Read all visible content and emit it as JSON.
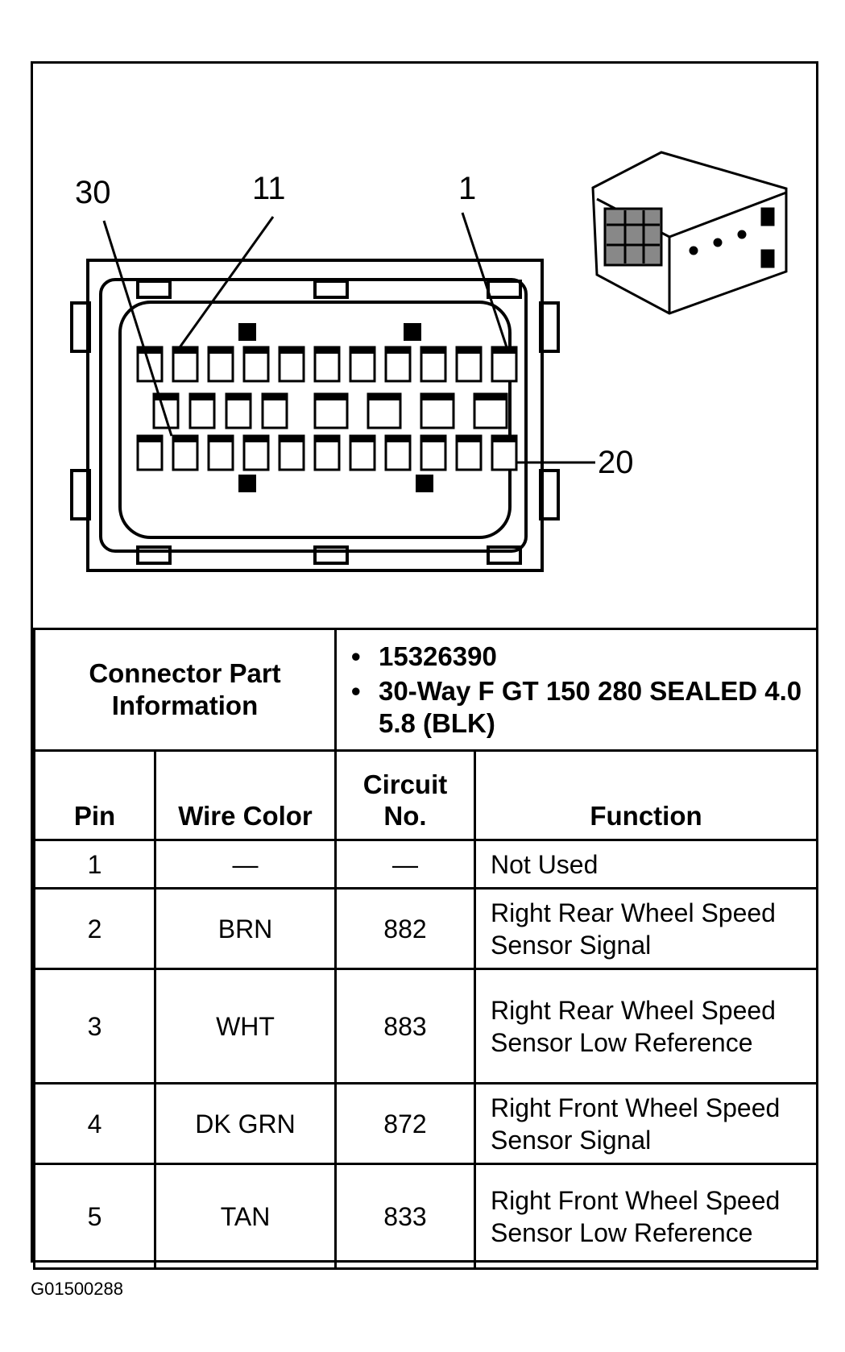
{
  "diagram": {
    "callouts": [
      "30",
      "11",
      "1",
      "20"
    ]
  },
  "connector_part": {
    "label": "Connector Part Information",
    "info": [
      "15326390",
      "30-Way F GT 150 280 SEALED 4.0 5.8 (BLK)"
    ]
  },
  "columns": {
    "pin": "Pin",
    "wire_color": "Wire Color",
    "circuit": "Circuit No.",
    "function": "Function"
  },
  "rows": [
    {
      "pin": "1",
      "wire_color": "—",
      "circuit": "—",
      "function": "Not Used"
    },
    {
      "pin": "2",
      "wire_color": "BRN",
      "circuit": "882",
      "function": "Right Rear Wheel Speed Sensor Signal"
    },
    {
      "pin": "3",
      "wire_color": "WHT",
      "circuit": "883",
      "function": "Right Rear Wheel Speed Sensor Low Reference"
    },
    {
      "pin": "4",
      "wire_color": "DK GRN",
      "circuit": "872",
      "function": "Right Front Wheel Speed Sensor Signal"
    },
    {
      "pin": "5",
      "wire_color": "TAN",
      "circuit": "833",
      "function": "Right Front Wheel Speed Sensor Low Reference"
    }
  ],
  "figure_id": "G01500288"
}
